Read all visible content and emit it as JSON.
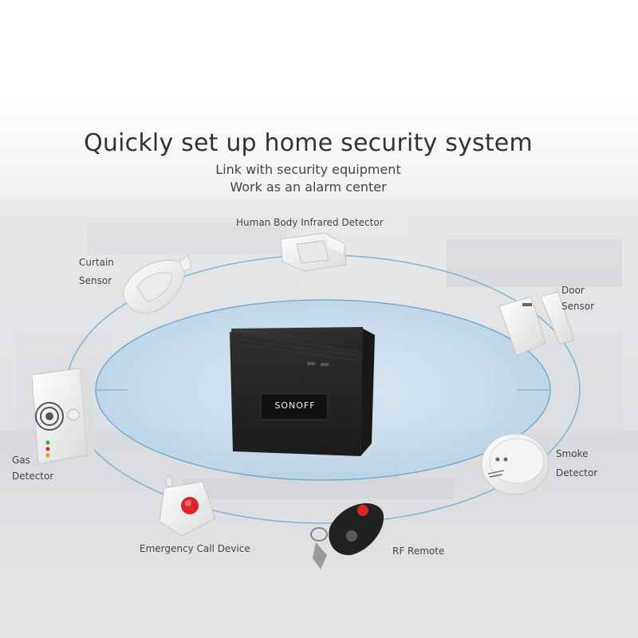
{
  "header": {
    "title": "Quickly set up home security system",
    "subtitle_line1": "Link with security equipment",
    "subtitle_line2": "Work as an alarm center"
  },
  "hub": {
    "brand": "SONOFF"
  },
  "devices": {
    "infrared": {
      "label": "Human Body Infrared Detector"
    },
    "curtain": {
      "label_line1": "Curtain",
      "label_line2": "Sensor"
    },
    "door": {
      "label_line1": "Door",
      "label_line2": "Sensor"
    },
    "gas": {
      "label_line1": "Gas",
      "label_line2": "Detector"
    },
    "smoke": {
      "label_line1": "Smoke",
      "label_line2": "Detector"
    },
    "emergency": {
      "label": "Emergency Call Device"
    },
    "rf_remote": {
      "label": "RF Remote"
    }
  },
  "colors": {
    "ring": "#7fb4d6",
    "inner_fill": "#cfe4f2",
    "hub_body": "#2b2b2b",
    "alarm_red": "#d9262b"
  }
}
